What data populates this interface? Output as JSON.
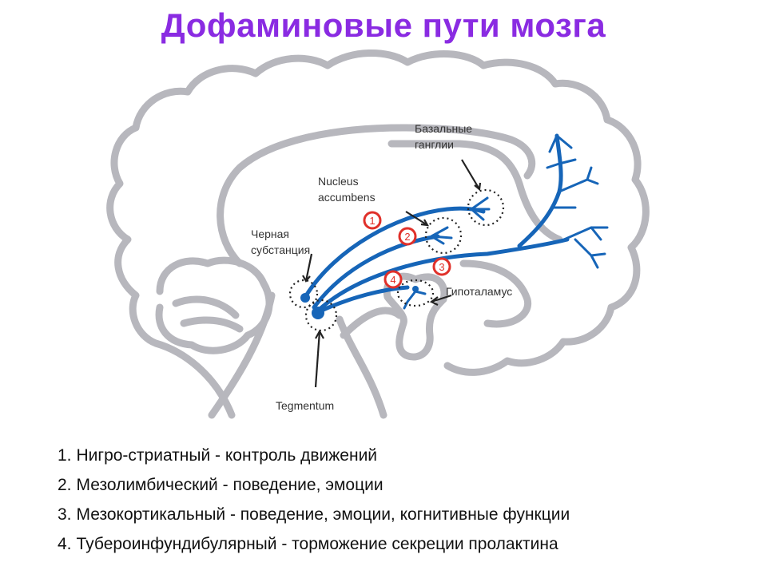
{
  "title": "Дофаминовые пути мозга",
  "labels": {
    "basal_ganglia_line1": "Базальные",
    "basal_ganglia_line2": "ганглии",
    "nucleus_line1": "Nucleus",
    "nucleus_line2": "accumbens",
    "substantia_line1": "Черная",
    "substantia_line2": "субстанция",
    "hypothalamus": "Гипоталамус",
    "tegmentum": "Tegmentum"
  },
  "markers": [
    "1",
    "2",
    "3",
    "4"
  ],
  "legend": [
    {
      "num": "1.",
      "text": "Нигро-стриатный - контроль движений"
    },
    {
      "num": "2.",
      "text": "Мезолимбический - поведение, эмоции"
    },
    {
      "num": "3.",
      "text": "Мезокортикальный - поведение, эмоции, когнитивные функции"
    },
    {
      "num": "4.",
      "text": "Тубероинфундибулярный - торможение  секреции пролактина"
    }
  ],
  "colors": {
    "title": "#8a2be2",
    "pathway": "#1665b8",
    "marker": "#e0302a",
    "brain_outline": "#b7b7bd"
  }
}
